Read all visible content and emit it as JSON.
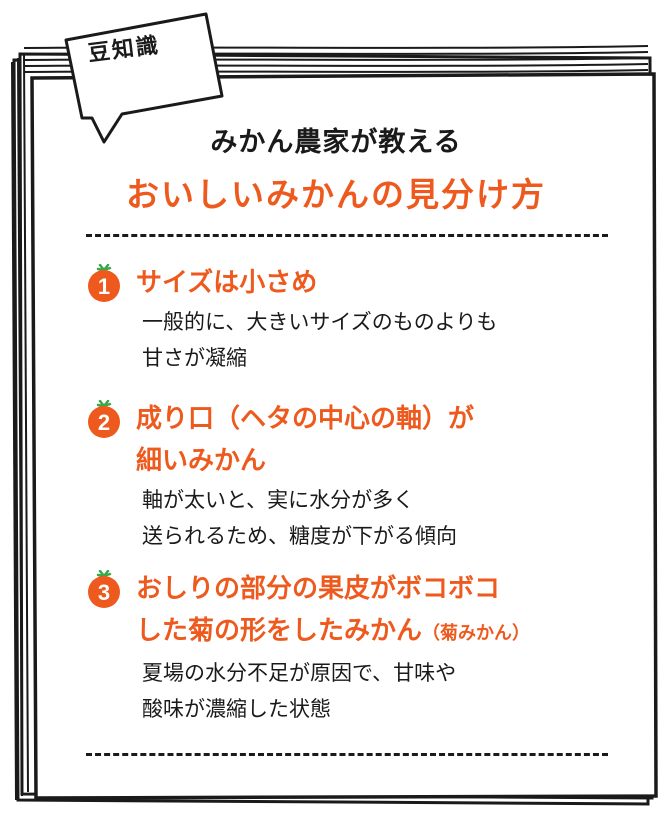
{
  "tag": {
    "label": "豆知識"
  },
  "header": {
    "subtitle": "みかん農家が教える",
    "title": "おいしいみかんの見分け方"
  },
  "tips": [
    {
      "number": "1",
      "head_lines": [
        "サイズは小さめ"
      ],
      "body_lines": [
        "一般的に、大きいサイズのものよりも",
        "甘さが凝縮"
      ]
    },
    {
      "number": "2",
      "head_lines": [
        "成り口（ヘタの中心の軸）が",
        "細いみかん"
      ],
      "body_lines": [
        "軸が太いと、実に水分が多く",
        "送られるため、糖度が下がる傾向"
      ]
    },
    {
      "number": "3",
      "head_lines": [
        "おしりの部分の果皮がボコボコ",
        "した菊の形をしたみかん"
      ],
      "head_note": "（菊みかん）",
      "body_lines": [
        "夏場の水分不足が原因で、甘味や",
        "酸味が濃縮した状態"
      ]
    }
  ],
  "colors": {
    "accent": "#ee5a1e",
    "leaf": "#3aa84a",
    "ink": "#1a1a1a"
  }
}
